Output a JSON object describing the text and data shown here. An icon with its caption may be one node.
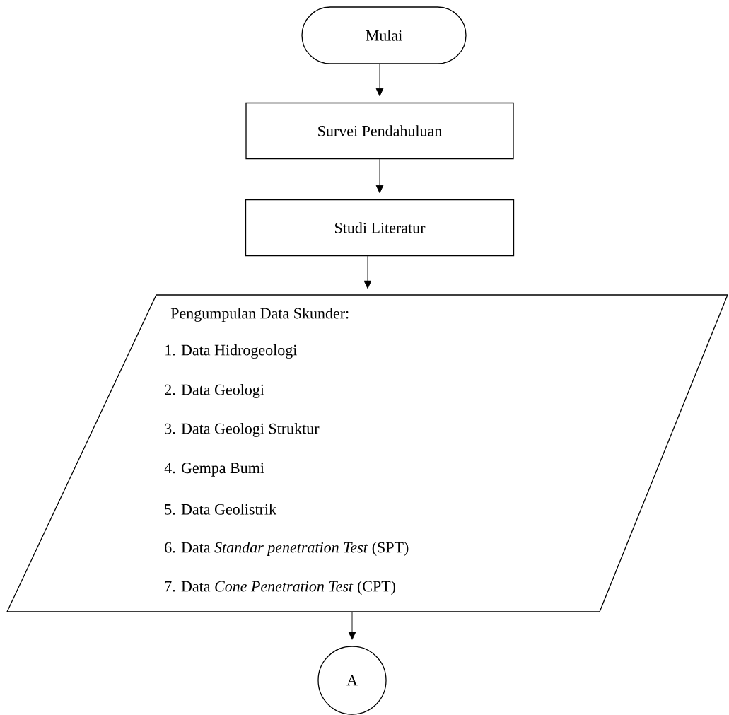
{
  "diagram": {
    "nodes": [
      {
        "text": [
          "Mulai"
        ]
      },
      {
        "text": [
          "Survei Pendahuluan"
        ]
      },
      {
        "text": [
          "Studi Literatur"
        ]
      },
      {
        "text": [
          "Pengumpulan Data Skunder:",
          "1. Data Hidrogeologi",
          "2. Data Geologi",
          "3. Data Geologi Struktur",
          "4. Gempa Bumi",
          "5. Data Geolistrik",
          "6. Data *Standar penetration Test* (SPT)",
          "7. Data *Cone Penetration Test* (CPT)"
        ]
      },
      {
        "text": [
          "A"
        ]
      }
    ],
    "edges": [
      {
        "from": 0,
        "to": 1,
        "arrow": "to"
      },
      {
        "from": 1,
        "to": 2,
        "arrow": "to"
      },
      {
        "from": 2,
        "to": 3,
        "arrow": "to"
      },
      {
        "from": 3,
        "to": 4,
        "arrow": "to"
      }
    ]
  }
}
